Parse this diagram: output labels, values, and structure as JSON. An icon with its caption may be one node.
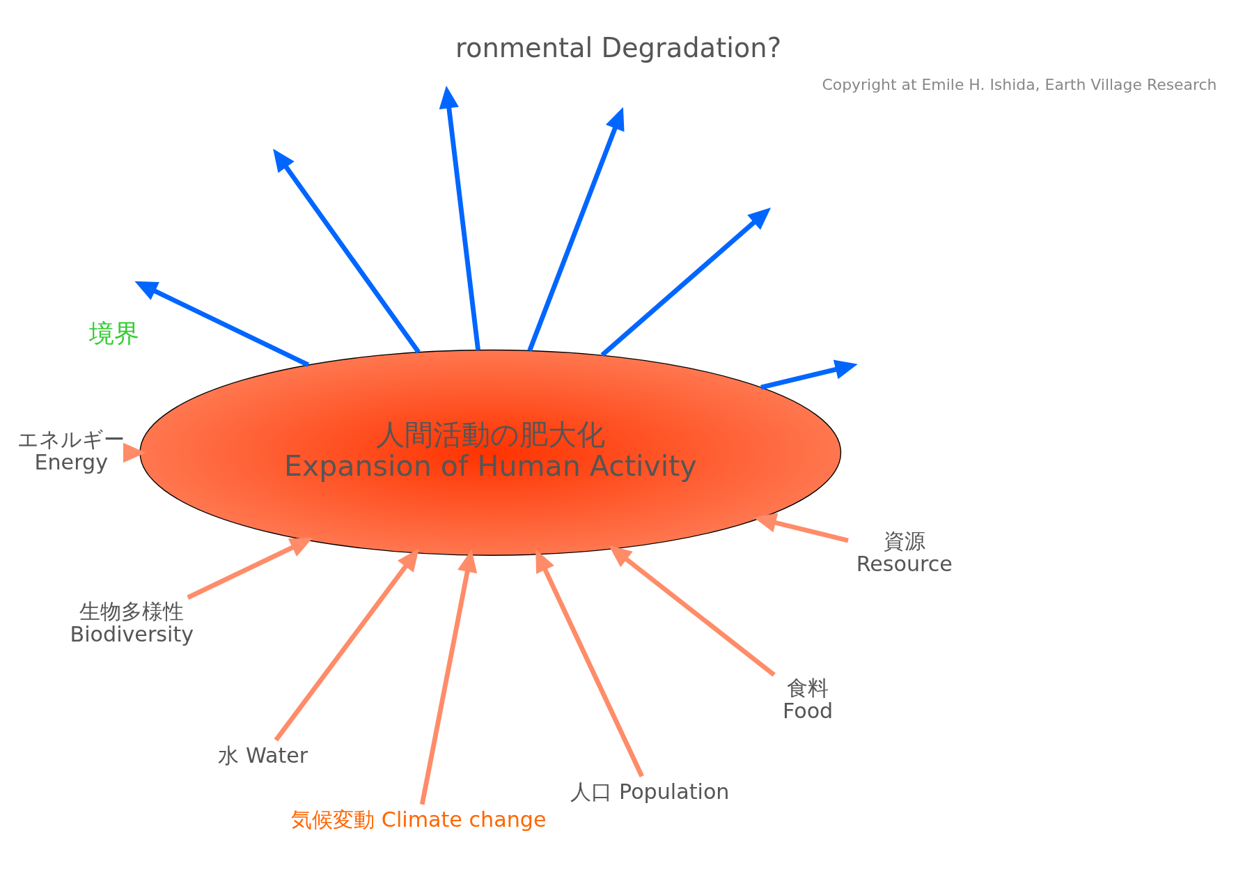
{
  "diagram": {
    "title": "ronmental Degradation?",
    "nodes": [
      {
        "text": [
          "人間活動の肥大化",
          "Expansion of Human Activity"
        ],
        "beside": [
          "境界"
        ]
      },
      {
        "text": [
          "エネルギー",
          "Energy"
        ]
      },
      {
        "text": [
          "生物多様性",
          "Biodiversity"
        ]
      },
      {
        "text": [
          "水 Water"
        ]
      },
      {
        "text": [
          "気候変動 Climate change"
        ]
      },
      {
        "text": [
          "人口 Population"
        ]
      },
      {
        "text": [
          "食料",
          "Food"
        ]
      },
      {
        "text": [
          "資源",
          "Resource"
        ]
      }
    ],
    "edges": [
      {
        "from": 1,
        "to": 0,
        "arrow": "to"
      },
      {
        "from": 2,
        "to": 0,
        "arrow": "to"
      },
      {
        "from": 3,
        "to": 0,
        "arrow": "to"
      },
      {
        "from": 4,
        "to": 0,
        "arrow": "to"
      },
      {
        "from": 5,
        "to": 0,
        "arrow": "to"
      },
      {
        "from": 6,
        "to": 0,
        "arrow": "to"
      },
      {
        "from": 7,
        "to": 0,
        "arrow": "to"
      },
      {
        "from": 0,
        "to": null,
        "arrow": "to",
        "color": "#0066ff"
      },
      {
        "from": 0,
        "to": null,
        "arrow": "to",
        "color": "#0066ff"
      },
      {
        "from": 0,
        "to": null,
        "arrow": "to",
        "color": "#0066ff"
      },
      {
        "from": 0,
        "to": null,
        "arrow": "to",
        "color": "#0066ff"
      },
      {
        "from": 0,
        "to": null,
        "arrow": "to",
        "color": "#0066ff"
      },
      {
        "from": 0,
        "to": null,
        "arrow": "to",
        "color": "#0066ff"
      }
    ],
    "labels": [
      "Copyright at Emile H. Ishida, Earth Village Research"
    ]
  }
}
